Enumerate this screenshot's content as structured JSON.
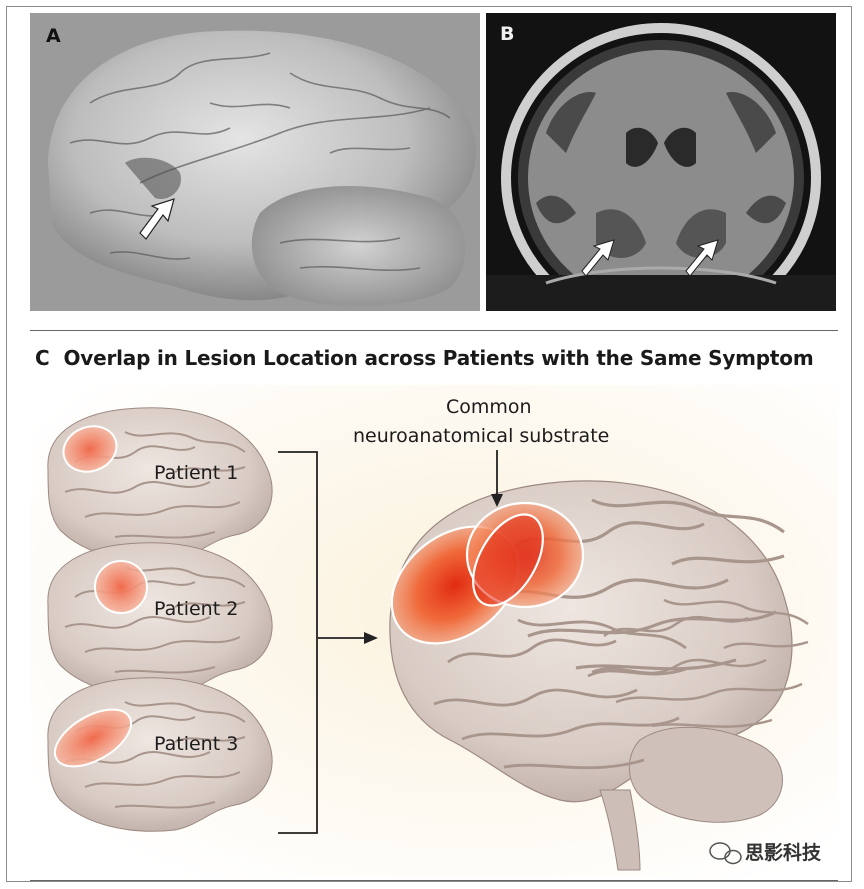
{
  "panels": {
    "a_label": "A",
    "b_label": "B"
  },
  "section_c": {
    "letter": "C",
    "title": "Overlap in Lesion Location across Patients with the Same Symptom"
  },
  "patients": [
    {
      "label": "Patient 1"
    },
    {
      "label": "Patient 2"
    },
    {
      "label": "Patient 3"
    }
  ],
  "callout": {
    "line1": "Common",
    "line2": "neuroanatomical substrate"
  },
  "watermark": {
    "text": "思影科技",
    "icon": "wechat-icon"
  },
  "colors": {
    "lesion": "#e8502a",
    "brain": "#d9cdc6",
    "background_glow": "#fbf2dc"
  }
}
